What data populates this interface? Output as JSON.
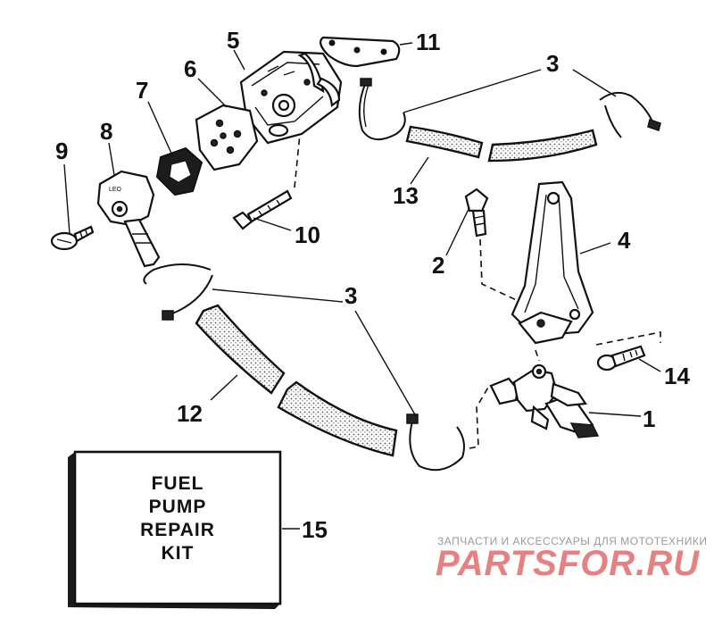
{
  "parts": [
    {
      "num": "1"
    },
    {
      "num": "2"
    },
    {
      "num": "3"
    },
    {
      "num": "3"
    },
    {
      "num": "4"
    },
    {
      "num": "5"
    },
    {
      "num": "6"
    },
    {
      "num": "7"
    },
    {
      "num": "8"
    },
    {
      "num": "9"
    },
    {
      "num": "10"
    },
    {
      "num": "11"
    },
    {
      "num": "12"
    },
    {
      "num": "13"
    },
    {
      "num": "14"
    },
    {
      "num": "15"
    }
  ],
  "kit": {
    "line1": "FUEL",
    "line2": "PUMP",
    "line3": "REPAIR",
    "line4": "KIT"
  },
  "watermark": {
    "top": "ЗАПЧАСТИ И АКСЕССУАРЫ ДЛЯ МОТОТЕХНИКИ",
    "logo": "PARTSFOR.RU"
  },
  "colors": {
    "line": "#111111",
    "background": "#ffffff",
    "watermark_red": "#d41a1a"
  }
}
